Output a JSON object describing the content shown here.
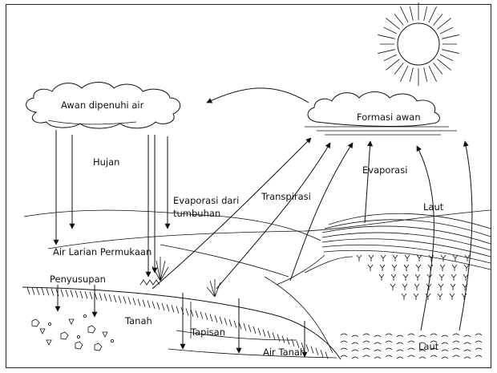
{
  "labels": {
    "cloud_saturated": "Awan dipenuhi air",
    "cloud_formation": "Formasi awan",
    "rain": "Hujan",
    "plant_evaporation_1": "Evaporasi dari",
    "plant_evaporation_2": "tumbuhan",
    "transpiration": "Transpirasi",
    "evaporation": "Evaporasi",
    "sea_upper": "Laut",
    "surface_runoff": "Air Larian Permukaan",
    "infiltration": "Penyusupan",
    "soil": "Tanah",
    "percolation": "Tapisan",
    "groundwater": "Air Tanah",
    "sea_lower": "Laut"
  }
}
